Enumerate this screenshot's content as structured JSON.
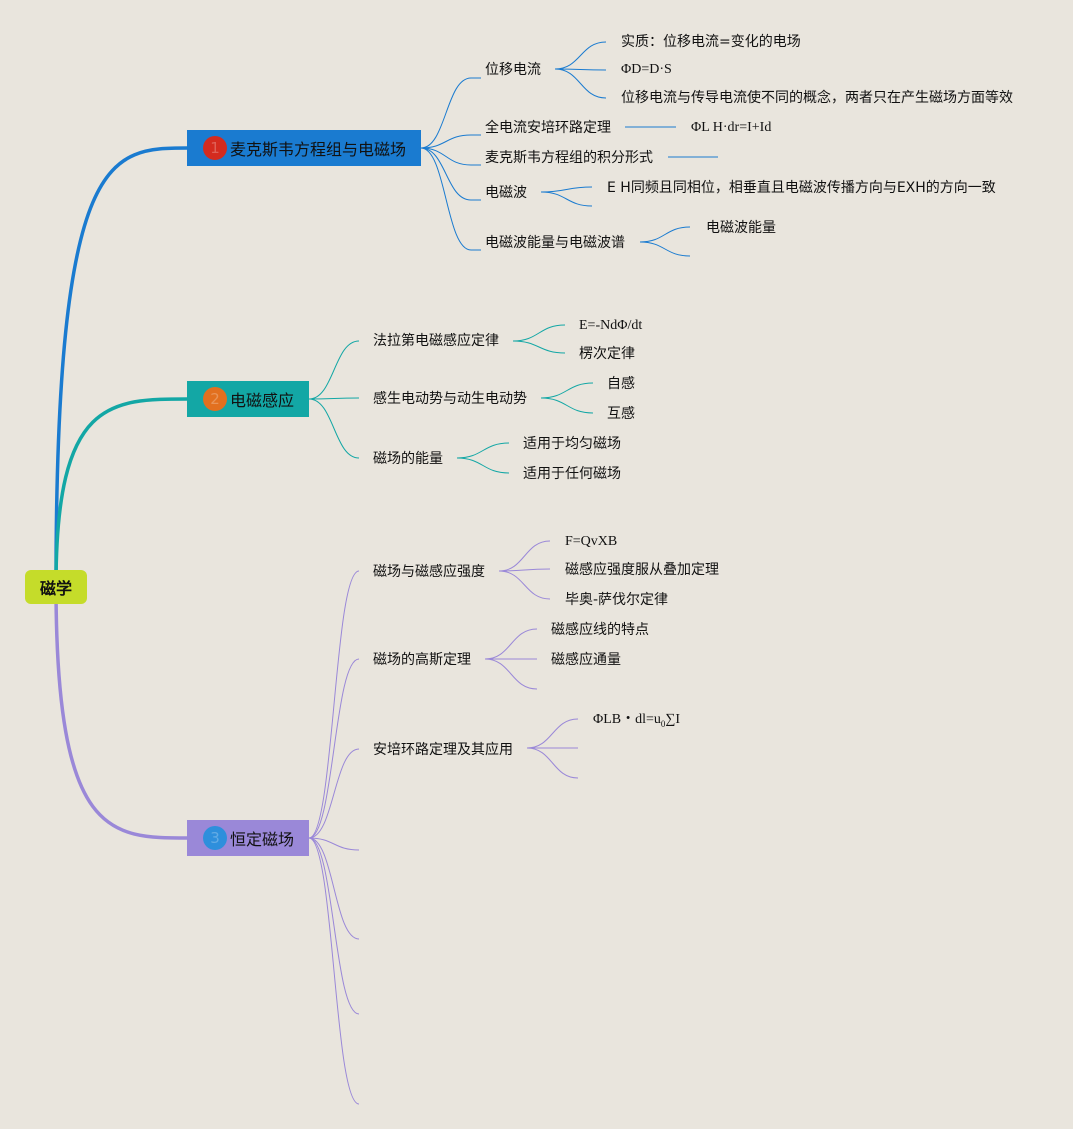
{
  "root": "磁学",
  "colors": {
    "b1": "#1a7bd0",
    "b2": "#13a7a5",
    "b3": "#9a88d8",
    "root": "#c5dc2a"
  },
  "branches": [
    {
      "badge": "1",
      "badge_color": "#d42b1f",
      "label": "麦克斯韦方程组与电磁场",
      "children": [
        {
          "label": "位移电流",
          "children": [
            "实质：位移电流=变化的电场",
            "ΦD=D·S",
            "位移电流与传导电流使不同的概念，两者只在产生磁场方面等效"
          ]
        },
        {
          "label": "全电流安培环路定理",
          "children": [
            "ΦL H·dr=I+Id"
          ]
        },
        {
          "label": "麦克斯韦方程组的积分形式",
          "children": []
        },
        {
          "label": "电磁波",
          "children": [
            "E H同频且同相位，相垂直且电磁波传播方向与EXH的方向一致"
          ]
        },
        {
          "label": "电磁波能量与电磁波谱",
          "children": [
            "电磁波能量"
          ]
        }
      ]
    },
    {
      "badge": "2",
      "badge_color": "#e2701f",
      "label": "电磁感应",
      "children": [
        {
          "label": "法拉第电磁感应定律",
          "children": [
            "E=-NdΦ/dt",
            "楞次定律"
          ]
        },
        {
          "label": "感生电动势与动生电动势",
          "children": [
            "自感",
            "互感"
          ]
        },
        {
          "label": "磁场的能量",
          "children": [
            "适用于均匀磁场",
            "适用于任何磁场"
          ]
        }
      ]
    },
    {
      "badge": "3",
      "badge_color": "#2e8fdc",
      "label": "恒定磁场",
      "children": [
        {
          "label": "磁场与磁感应强度",
          "children": [
            "F=QvXB",
            "磁感应强度服从叠加定理",
            "毕奥-萨伐尔定律"
          ]
        },
        {
          "label": "磁场的高斯定理",
          "children": [
            "磁感应线的特点",
            "磁感应通量"
          ]
        },
        {
          "label": "安培环路定理及其应用",
          "children": [
            "ΦLB・dl=u",
            "0",
            "∑I"
          ]
        }
      ]
    }
  ]
}
